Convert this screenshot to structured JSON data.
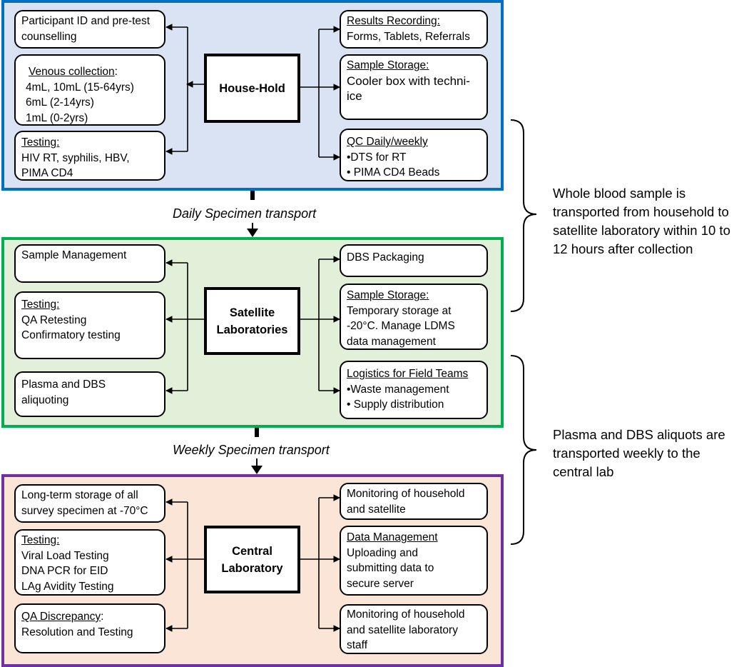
{
  "colors": {
    "household_fill": "#dae3f3",
    "household_border": "#0070c0",
    "satellite_fill": "#e2f0d9",
    "satellite_border": "#00b050",
    "central_fill": "#fbe5d6",
    "central_border": "#7030a0"
  },
  "household": {
    "hub": {
      "lines": [
        "House-Hold"
      ]
    },
    "left": [
      {
        "lines": [
          "Participant ID and pre-test",
          "counselling"
        ]
      },
      {
        "heading": "Venous collection",
        "heading_suffix": ":",
        "lines": [
          "4mL, 10mL (15-64yrs)",
          "6mL (2-14yrs)",
          "1mL (0-2yrs)"
        ]
      },
      {
        "heading": "Testing:",
        "lines": [
          "HIV RT, syphilis, HBV,",
          "PIMA CD4"
        ]
      }
    ],
    "right": [
      {
        "heading": "Results Recording:",
        "lines": [
          "Forms, Tablets, Referrals"
        ]
      },
      {
        "heading": "Sample Storage:",
        "lines": [
          "Cooler box with techni-",
          "ice"
        ]
      },
      {
        "heading": "QC Daily/weekly",
        "lines": [
          "•DTS for RT",
          "• PIMA CD4 Beads"
        ]
      }
    ]
  },
  "transport_daily": "Daily Specimen transport",
  "satellite": {
    "hub": {
      "lines": [
        "Satellite",
        "Laboratories"
      ]
    },
    "left": [
      {
        "lines": [
          "Sample Management"
        ]
      },
      {
        "heading": "Testing:",
        "lines": [
          "QA Retesting",
          "Confirmatory testing"
        ]
      },
      {
        "lines": [
          "Plasma and DBS",
          "aliquoting"
        ]
      }
    ],
    "right": [
      {
        "lines": [
          "DBS Packaging"
        ]
      },
      {
        "heading": "Sample Storage:",
        "lines": [
          "Temporary storage at",
          "-20°C. Manage LDMS",
          "data management"
        ]
      },
      {
        "heading": "Logistics for Field Teams",
        "lines": [
          "•Waste management",
          "• Supply distribution"
        ]
      }
    ]
  },
  "transport_weekly": "Weekly Specimen transport",
  "central": {
    "hub": {
      "lines": [
        "Central",
        "Laboratory"
      ]
    },
    "left": [
      {
        "lines": [
          "Long-term storage of all",
          "survey specimen at -70°C"
        ]
      },
      {
        "heading": "Testing:",
        "lines": [
          "Viral Load Testing",
          "DNA PCR for EID",
          "LAg Avidity Testing"
        ]
      },
      {
        "heading": "QA Discrepancy",
        "heading_suffix": ":",
        "lines": [
          "Resolution and Testing"
        ]
      }
    ],
    "right": [
      {
        "lines": [
          "Monitoring of household",
          "and satellite"
        ]
      },
      {
        "heading": "Data Management",
        "lines": [
          "Uploading and",
          "submitting data to",
          "secure server"
        ]
      },
      {
        "lines": [
          "Monitoring of household",
          "and satellite laboratory",
          "staff"
        ]
      }
    ]
  },
  "notes": {
    "whole_blood": [
      "Whole blood sample is",
      "transported from household to",
      "satellite laboratory within 10 to",
      "12 hours after collection"
    ],
    "plasma_dbs": [
      "Plasma and DBS aliquots are",
      "transported weekly to the",
      "central lab"
    ]
  }
}
